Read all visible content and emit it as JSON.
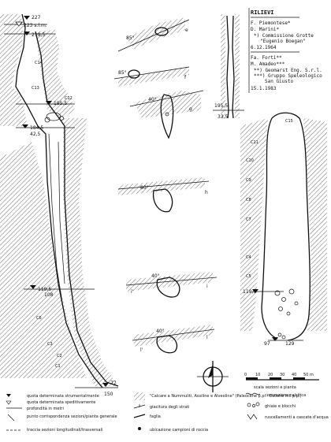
{
  "credits": {
    "heading": "RILIEVI",
    "team1": [
      "F. Piemontese*",
      "D. Marini*"
    ],
    "org1": [
      "*) Commissione Grotte",
      "\"Eugenio Boegan\""
    ],
    "date1": "6.12.1964",
    "team2": [
      "Fa. Forti**",
      "M. Amadeo***"
    ],
    "org2": [
      "**) Geomarst Eng. S.r.l.",
      "***) Gruppo Speleologico",
      "San Giusto"
    ],
    "date2": "15.1.1983"
  },
  "profile_labels": {
    "top1": "227",
    "top2": "223 s.l.m.",
    "top3": "219,5",
    "c14": "C14",
    "c13": "C13",
    "c12": "C12",
    "d1955": "195,5",
    "d1845": "184,5",
    "d424": "42,5",
    "d1195": "119,5",
    "d108": "108",
    "c6": "C6",
    "c3": "C3",
    "c2": "C2",
    "c1": "C1",
    "d77": "77",
    "d150": "150"
  },
  "section_labels": {
    "s1a": "85°",
    "s1b": "e",
    "s2a": "85°",
    "s2b": "f",
    "s3a": "40°",
    "s3b": "g",
    "s4a": "80°",
    "s4b": "h",
    "s5a": "40°",
    "s5b": "i",
    "s6a": "40°",
    "s6b": "l",
    "s5c": "i'",
    "s6c": "l'"
  },
  "plan_labels": {
    "top": "195,5",
    "d33": "33,5",
    "c15": "C15",
    "c11": "C11",
    "c10": "C10",
    "c9": "C9",
    "c8": "C8",
    "c7": "C7",
    "c4": "C4",
    "c5": "C5",
    "d1195": "119,5",
    "d129": "129",
    "d97": "97"
  },
  "scale": {
    "marks": [
      "0",
      "10",
      "20",
      "30",
      "40",
      "50 m"
    ],
    "caption": "scala sezioni e pianta"
  },
  "legend": {
    "col1": [
      "quota determinata strumentalmente",
      "quota determinata speditivamente",
      "profondità in metri",
      "punto corrispondenza sezioni/pianta generale",
      "traccia sezioni longitudinali/trasversali"
    ],
    "col2": [
      "\"Calcare a Nummuliti, Assiline e Alveoline\" (Paleocene p.p. - Eocene inf. p.p.)",
      "giacitura degli strati",
      "faglia",
      "ubicazione campioni di roccia"
    ],
    "col3": [
      "concrezione calcitica",
      "ghiaie e blocchi",
      "ruscellamenti a cascate d'acqua"
    ]
  }
}
